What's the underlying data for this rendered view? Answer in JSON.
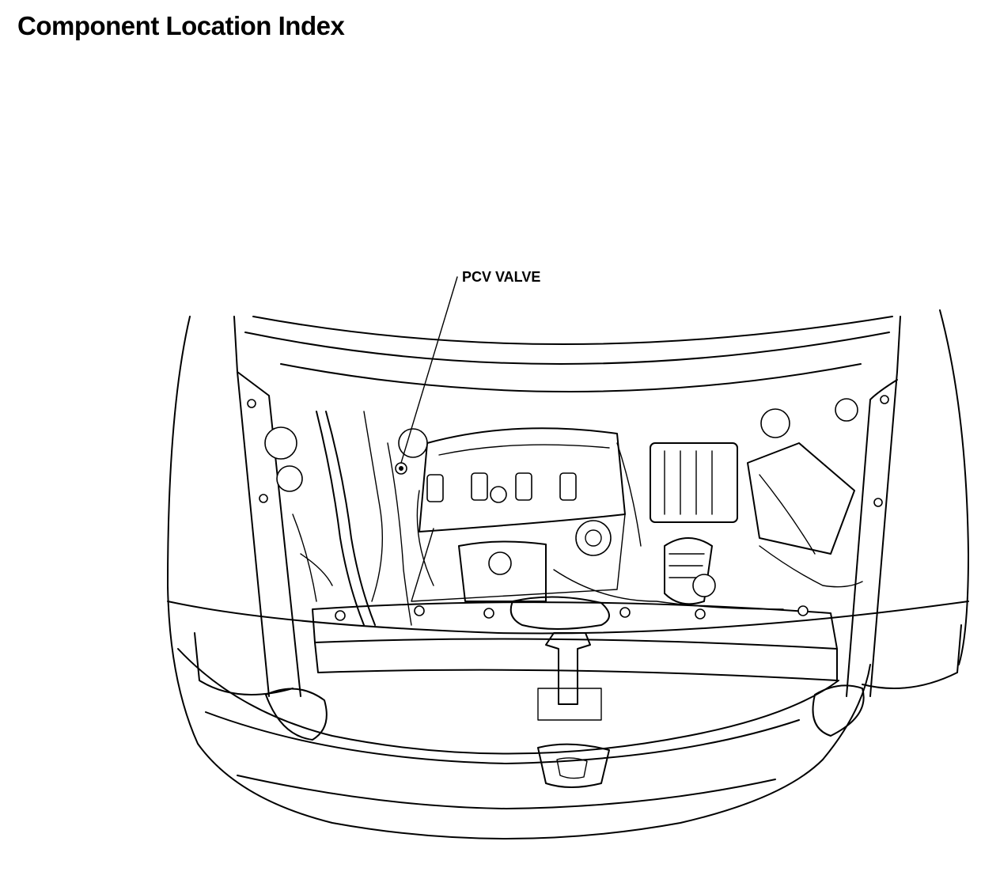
{
  "header": {
    "title": "Component Location Index"
  },
  "callouts": [
    {
      "label": "PCV VALVE",
      "target": "pcv-valve"
    }
  ],
  "colors": {
    "ink": "#000000",
    "paper": "#ffffff"
  }
}
